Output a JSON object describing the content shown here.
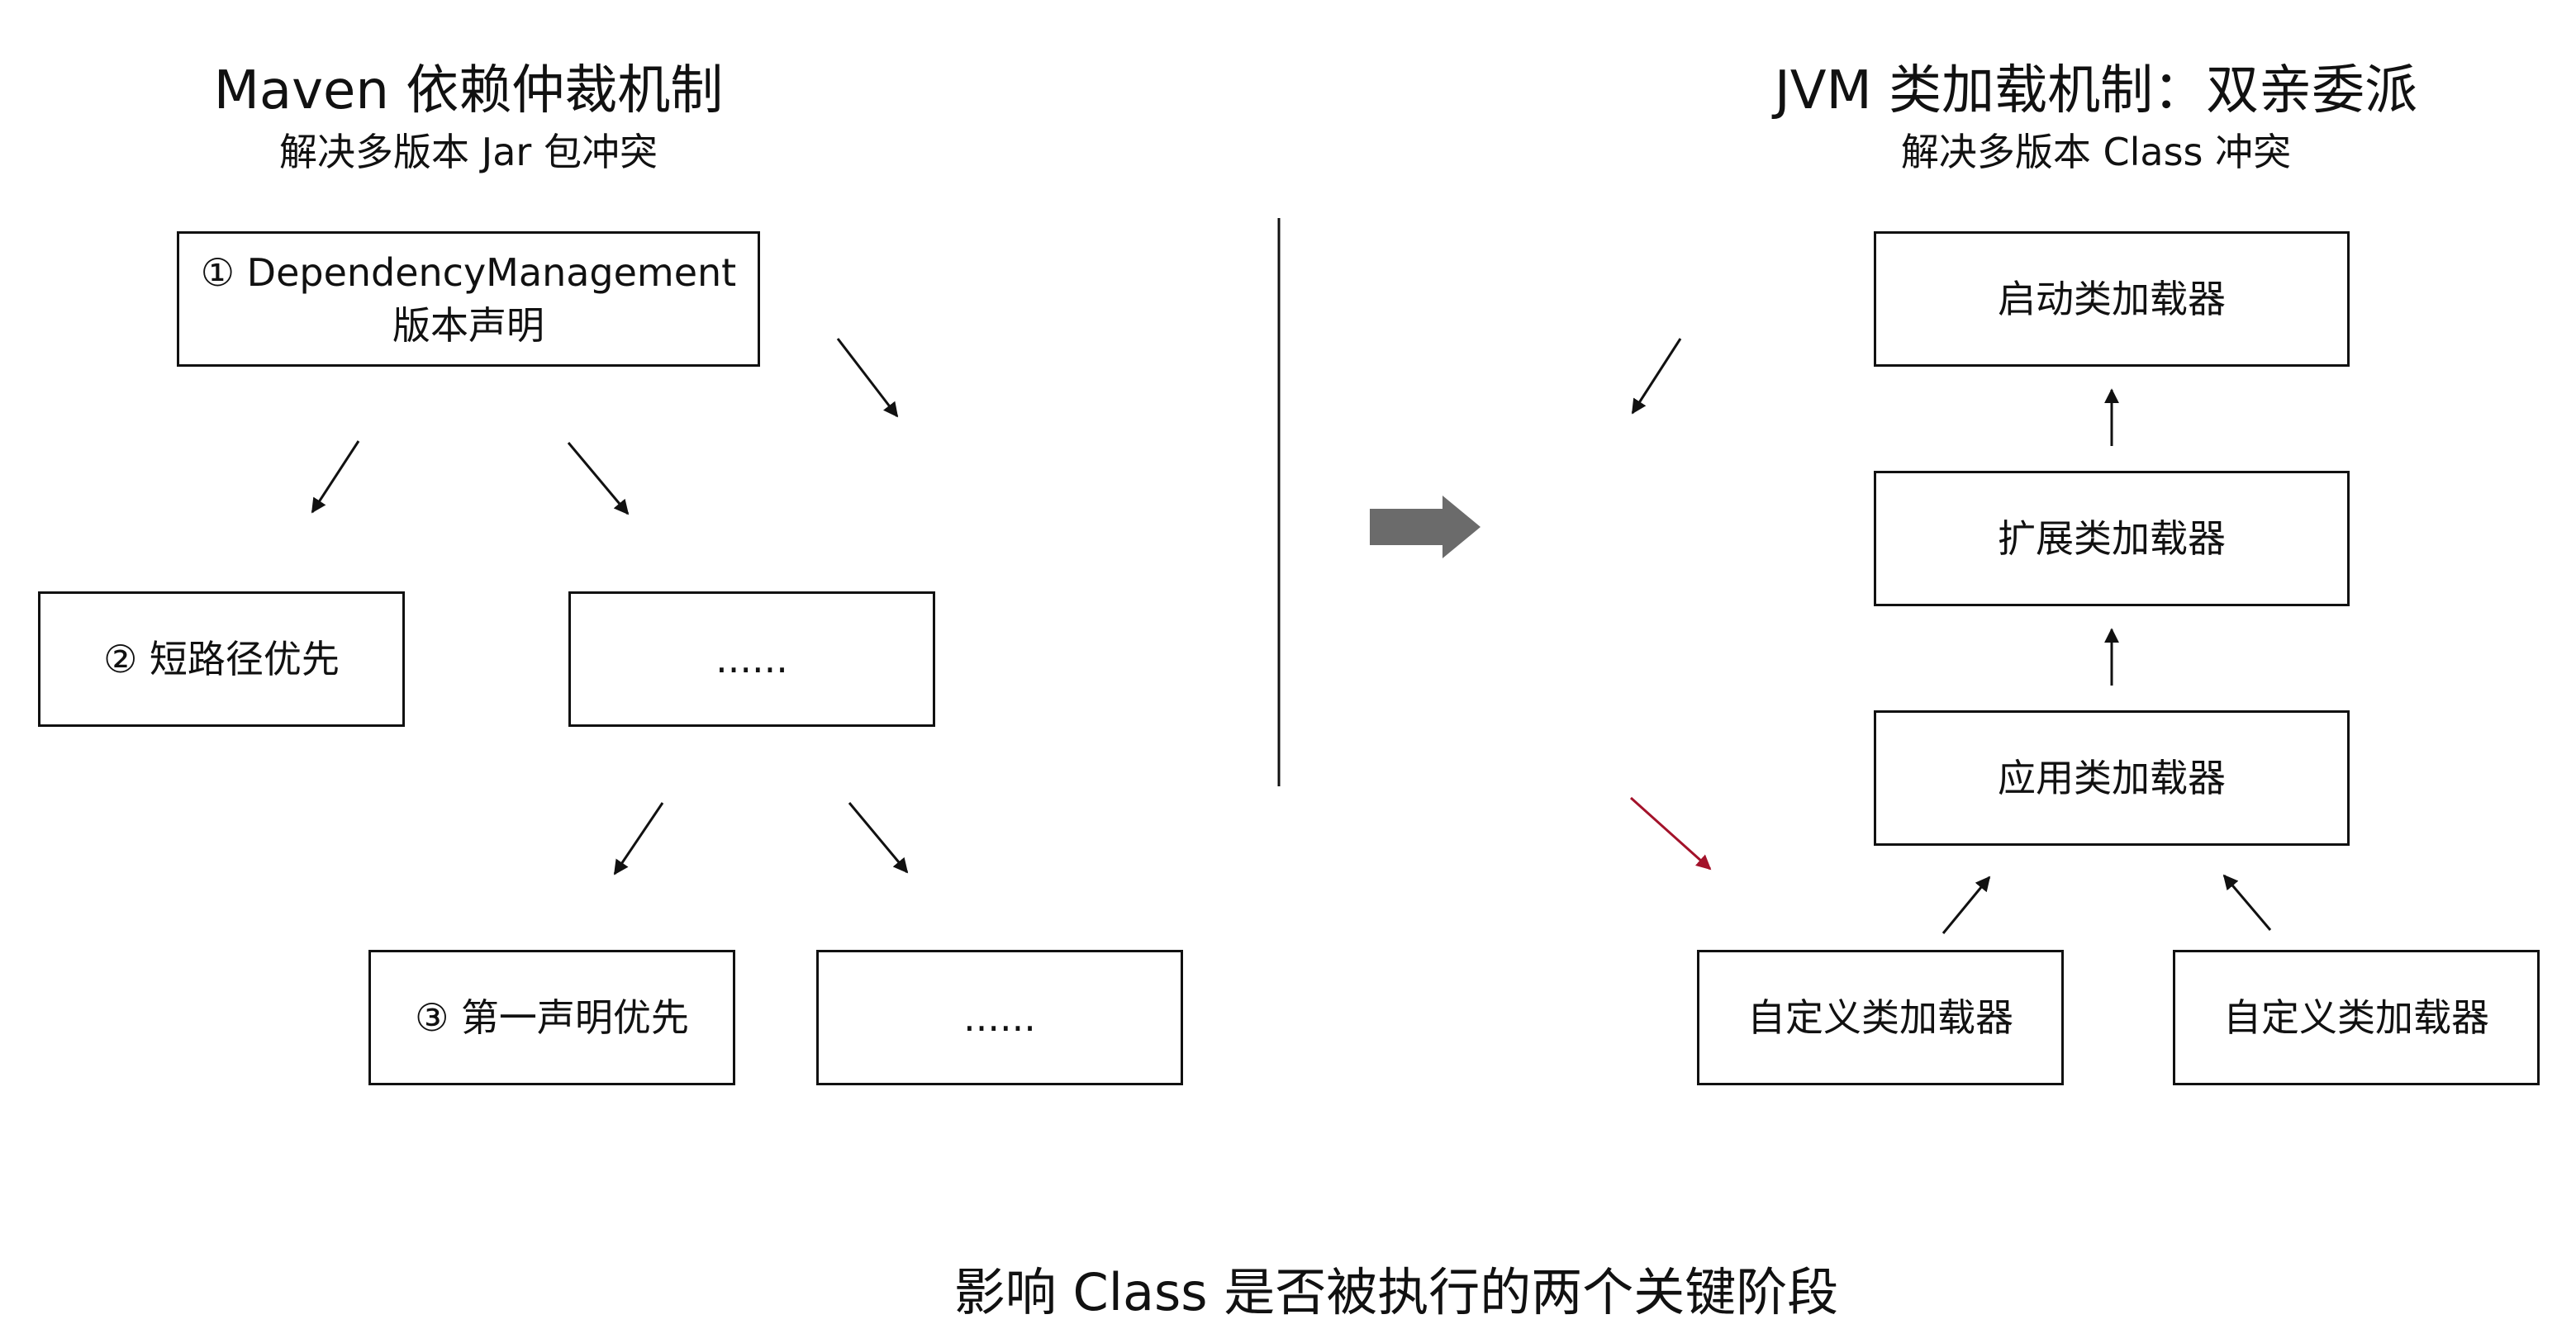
{
  "left": {
    "title": "Maven 依赖仲裁机制",
    "subtitle": "解决多版本 Jar 包冲突",
    "box_dependency_management": {
      "line1": "① DependencyManagement",
      "line2": "版本声明"
    },
    "box_shortest_path": "② 短路径优先",
    "box_ellipsis_1": "......",
    "box_first_declaration": "③ 第一声明优先",
    "box_ellipsis_2": "......"
  },
  "right": {
    "title": "JVM 类加载机制：双亲委派",
    "subtitle": "解决多版本 Class 冲突",
    "bootstrap_loader": "启动类加载器",
    "extension_loader": "扩展类加载器",
    "application_loader": "应用类加载器",
    "custom_loader_1": "自定义类加载器",
    "custom_loader_2": "自定义类加载器"
  },
  "footer": "影响 Class 是否被执行的两个关键阶段",
  "colors": {
    "line": "#111111",
    "big_arrow": "#6b6b6b",
    "highlight_arrow": "#a3122a"
  }
}
